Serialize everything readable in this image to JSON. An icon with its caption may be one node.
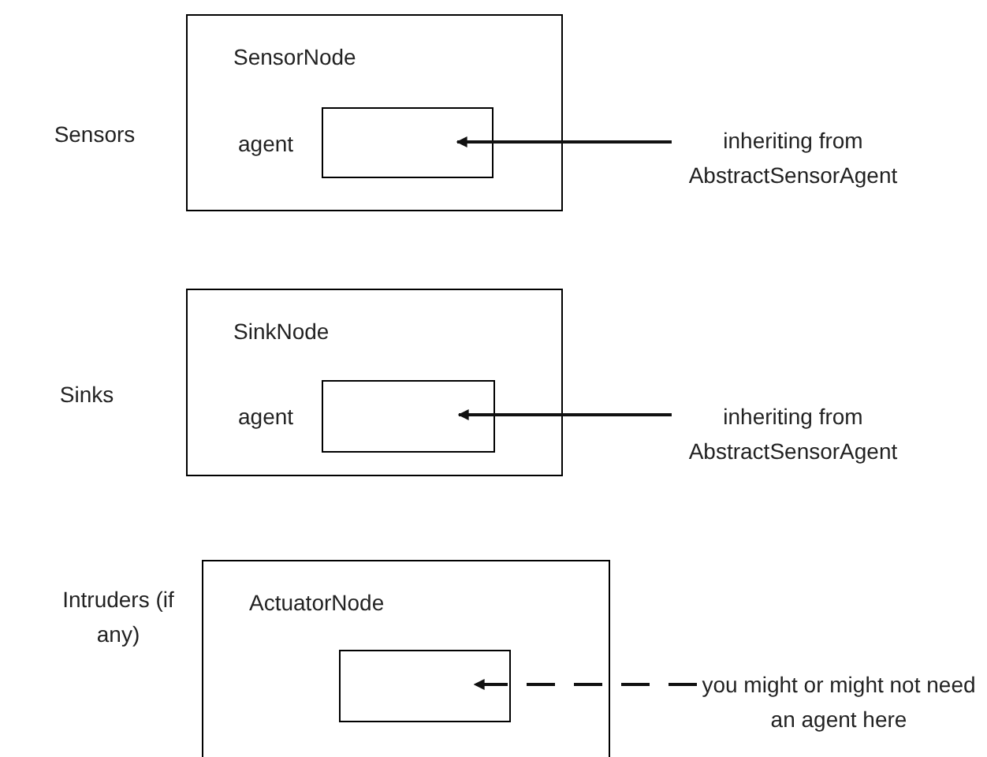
{
  "diagram": {
    "nodes": [
      {
        "text": [
          "SensorNode"
        ],
        "beside": [
          "Sensors"
        ]
      },
      {
        "text": [
          "agent"
        ],
        "in": 0
      },
      {
        "text": [
          "inheriting from AbstractSensorAgent"
        ]
      },
      {
        "text": [
          "SinkNode"
        ],
        "beside": [
          "Sinks"
        ]
      },
      {
        "text": [
          "agent"
        ],
        "in": 3
      },
      {
        "text": [
          "inheriting from AbstractSensorAgent"
        ]
      },
      {
        "text": [
          "ActuatorNode"
        ],
        "beside": [
          "Intruders (if any)"
        ]
      },
      {
        "text": [],
        "shape": "box",
        "in": 6
      },
      {
        "text": [
          "you might or might not need an agent here"
        ]
      }
    ],
    "edges": [
      {
        "from": 2,
        "to": 1,
        "arrow": "to"
      },
      {
        "from": 5,
        "to": 4,
        "arrow": "to"
      },
      {
        "from": 8,
        "to": 7,
        "arrow": "to",
        "style": "dashed"
      }
    ]
  }
}
